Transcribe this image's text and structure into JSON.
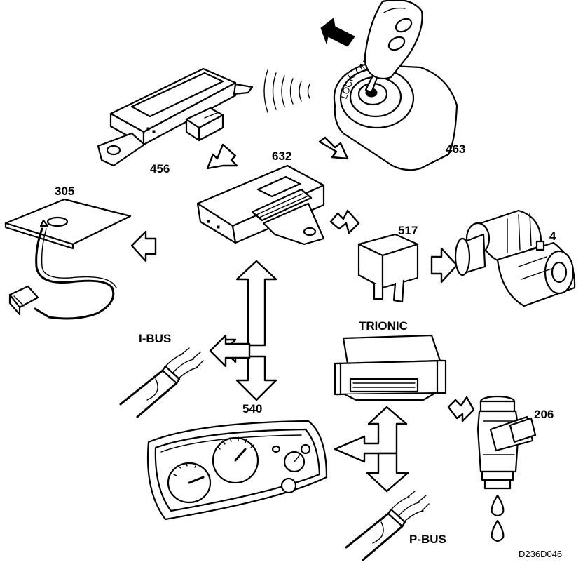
{
  "labels": {
    "remote_receiver": "456",
    "ignition_switch": "463",
    "control_unit": "632",
    "antenna": "305",
    "relay": "517",
    "starter_motor": "4",
    "trionic": "TRIONIC",
    "i_bus": "I-BUS",
    "instrument_cluster": "540",
    "injector": "206",
    "p_bus": "P-BUS",
    "figure_code": "D236D046"
  },
  "icons": {
    "key_insert_arrow": "solid-arrow-icon",
    "signal_waves": "radio-waves-icon",
    "flow_arrows": "hollow-arrow-icon",
    "bus_arrows": "double-arrow-icon",
    "fuel_drops": "fuel-drop-icon"
  },
  "colors": {
    "line": "#000000",
    "background": "#ffffff",
    "shade": "#d9d9d9"
  }
}
